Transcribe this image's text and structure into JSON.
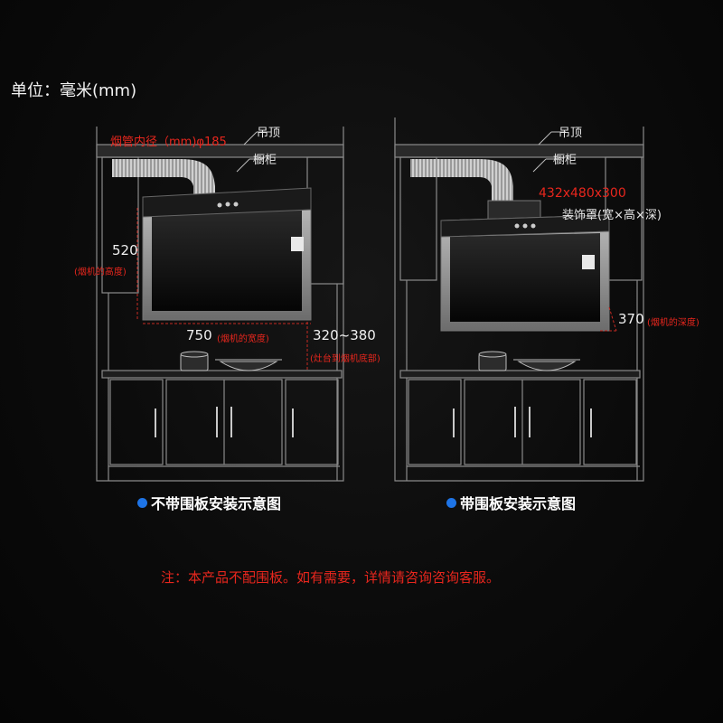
{
  "unit_label": "单位：毫米(mm)",
  "left_diagram": {
    "duct_label": "烟管内径（mm)φ185",
    "ceiling_label": "吊顶",
    "cabinet_label": "橱柜",
    "height_value": "520",
    "height_note": "(烟机的高度)",
    "width_value": "750",
    "width_note": "(烟机的宽度)",
    "clearance_value": "320~380",
    "clearance_note": "(灶台到烟机底部)",
    "caption": "不带围板安装示意图"
  },
  "right_diagram": {
    "ceiling_label": "吊顶",
    "cabinet_label": "橱柜",
    "panel_size": "432x480x300",
    "panel_label": "装饰罩(宽×高×深)",
    "depth_value": "370",
    "depth_note": "(烟机的深度)",
    "caption": "带围板安装示意图"
  },
  "footer_note": "注：本产品不配围板。如有需要，详情请咨询咨询客服。",
  "colors": {
    "accent_red": "#e8261d",
    "bullet_blue": "#1e74e6",
    "line_gray": "#8a8a8a"
  }
}
